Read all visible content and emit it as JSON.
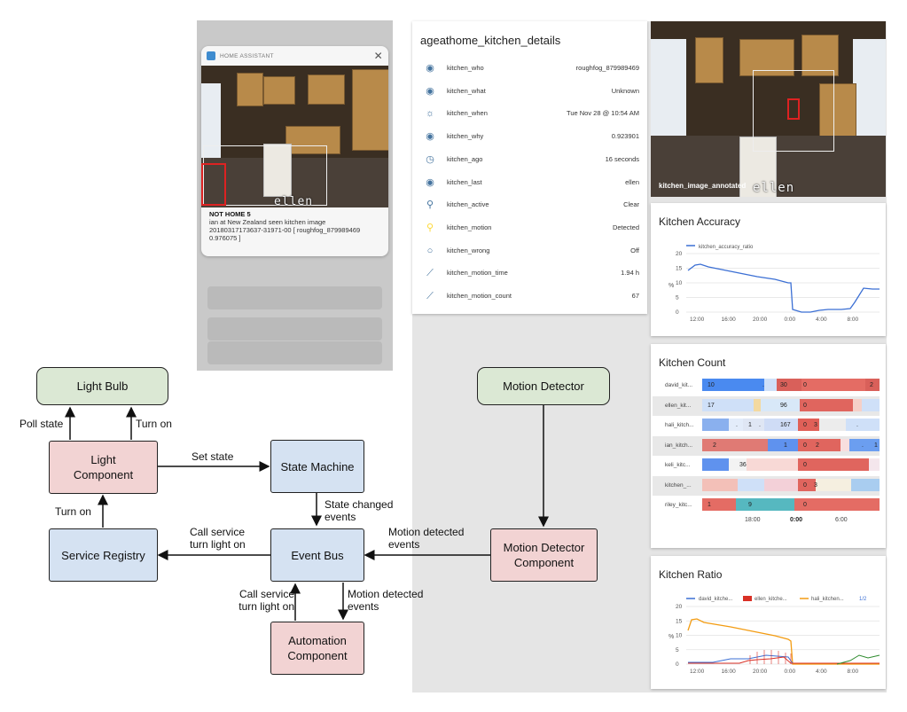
{
  "notification": {
    "app_name": "HOME ASSISTANT",
    "close_glyph": "✕",
    "title": "NOT HOME 5",
    "line1": "ian at New Zealand seen kitchen image",
    "line2": "20180317173637-31971-00  [ roughfog_879989469",
    "line3": "0.976075 ]",
    "watermark": "ellen"
  },
  "details": {
    "title": "ageathome_kitchen_details",
    "rows": [
      {
        "icon": "eye-icon",
        "name": "kitchen_who",
        "value": "roughfog_879989469"
      },
      {
        "icon": "eye-icon",
        "name": "kitchen_what",
        "value": "Unknown"
      },
      {
        "icon": "sun-icon",
        "name": "kitchen_when",
        "value": "Tue Nov 28 @ 10:54 AM"
      },
      {
        "icon": "eye-icon",
        "name": "kitchen_why",
        "value": "0.923901"
      },
      {
        "icon": "timer-icon",
        "name": "kitchen_ago",
        "value": "16 seconds"
      },
      {
        "icon": "eye-icon",
        "name": "kitchen_last",
        "value": "ellen"
      },
      {
        "icon": "walk-icon",
        "name": "kitchen_active",
        "value": "Clear"
      },
      {
        "icon": "walk-icon",
        "name": "kitchen_motion",
        "value": "Detected"
      },
      {
        "icon": "circle-icon",
        "name": "kitchen_wrong",
        "value": "Off"
      },
      {
        "icon": "chart-line-icon",
        "name": "kitchen_motion_time",
        "value": "1.94 h"
      },
      {
        "icon": "chart-line-icon",
        "name": "kitchen_motion_count",
        "value": "67"
      }
    ]
  },
  "annotated_image": {
    "label": "kitchen_image_annotated",
    "watermark": "ellen"
  },
  "accuracy": {
    "title": "Kitchen Accuracy",
    "legend": "kitchen_accuracy_ratio",
    "ylabel": "%",
    "yticks": [
      "20",
      "15",
      "10",
      "5",
      "0"
    ],
    "xticks": [
      "12:00",
      "16:00",
      "20:00",
      "0:00",
      "4:00",
      "8:00"
    ]
  },
  "count": {
    "title": "Kitchen Count",
    "rows": [
      {
        "name": "david_kit...",
        "labels": [
          "10",
          ".",
          "30",
          "0",
          "2"
        ]
      },
      {
        "name": "ellen_kit...",
        "labels": [
          "17",
          "96",
          "0"
        ]
      },
      {
        "name": "hali_kitch...",
        "labels": [
          ".",
          "1",
          ".",
          "167",
          "0",
          "3",
          "."
        ]
      },
      {
        "name": "ian_kitch...",
        "labels": [
          "2",
          "1",
          "0",
          "2",
          ".",
          "1"
        ]
      },
      {
        "name": "keli_kitc...",
        "labels": [
          "36",
          "0"
        ]
      },
      {
        "name": "kitchen_...",
        "labels": [
          "0",
          "3"
        ]
      },
      {
        "name": "riley_kitc...",
        "labels": [
          "1",
          "9",
          "0"
        ]
      }
    ],
    "xticks": [
      "18:00",
      "0:00",
      "6:00"
    ]
  },
  "ratio": {
    "title": "Kitchen Ratio",
    "legend": [
      "david_kitche...",
      "ellen_kitche...",
      "hali_kitchen..."
    ],
    "pager": "1/2",
    "ylabel": "%",
    "yticks": [
      "20",
      "15",
      "10",
      "5",
      "0"
    ],
    "xticks": [
      "12:00",
      "16:00",
      "20:00",
      "0:00",
      "4:00",
      "8:00"
    ]
  },
  "diagram": {
    "nodes": {
      "light_bulb": "Light Bulb",
      "light_component": "Light Component",
      "state_machine": "State Machine",
      "service_registry": "Service Registry",
      "event_bus": "Event Bus",
      "automation_component": "Automation Component",
      "motion_detector": "Motion Detector",
      "motion_detector_component": "Motion Detector Component"
    },
    "edges": {
      "poll_state": "Poll state",
      "turn_on_1": "Turn on",
      "set_state": "Set state",
      "turn_on_2": "Turn on",
      "state_changed": "State changed events",
      "call_service_1": "Call service turn light on",
      "motion_detected_1": "Motion detected events",
      "call_service_2": "Call service turn light on",
      "motion_detected_2": "Motion detected events"
    }
  },
  "colors": {
    "ha_blue": "#44739e",
    "green_box": "#dbe8d4",
    "pink_box": "#f2d3d3",
    "blue_box": "#d5e2f2",
    "chart_blue": "#3b6fd4",
    "chart_orange": "#f39c12"
  }
}
